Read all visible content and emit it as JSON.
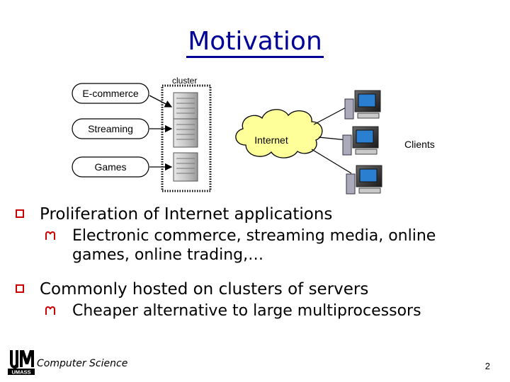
{
  "slide": {
    "title": "Motivation",
    "page_number": "2"
  },
  "diagram": {
    "cluster_label": "cluster",
    "apps": [
      "E-commerce",
      "Streaming",
      "Games"
    ],
    "internet_label": "Internet",
    "clients_label": "Clients"
  },
  "bullets": [
    {
      "text": "Proliferation of Internet applications",
      "sub": [
        "Electronic commerce, streaming media, online",
        "games, online trading,…"
      ]
    },
    {
      "text": "Commonly hosted on clusters of servers",
      "sub": [
        "Cheaper alternative to large multiprocessors"
      ]
    }
  ],
  "footer": {
    "logo_text": "UMASS",
    "department": "Computer Science"
  },
  "colors": {
    "title": "#000099",
    "bullet": "#cc0000",
    "arrow": "#000000"
  }
}
